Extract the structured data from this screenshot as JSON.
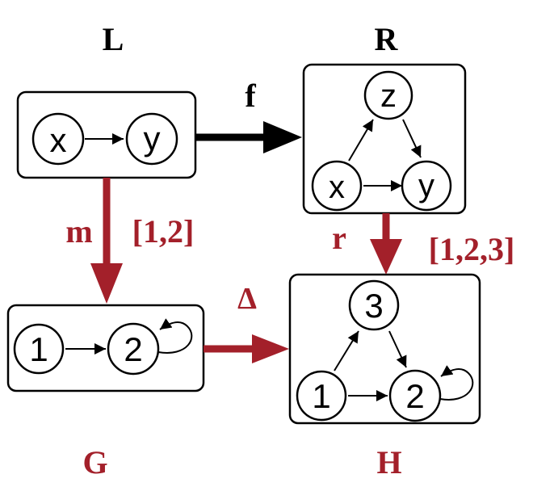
{
  "labels": {
    "L": "L",
    "R": "R",
    "G": "G",
    "H": "H"
  },
  "morphisms": {
    "f": "f",
    "m": "m",
    "m_map": "[1,2]",
    "r": "r",
    "r_map": "[1,2,3]",
    "delta": "Δ"
  },
  "graphs": {
    "L": {
      "nodes": [
        "x",
        "y"
      ]
    },
    "R": {
      "nodes": [
        "z",
        "x",
        "y"
      ]
    },
    "G": {
      "nodes": [
        "1",
        "2"
      ]
    },
    "H": {
      "nodes": [
        "3",
        "1",
        "2"
      ]
    }
  },
  "colors": {
    "black": "#000000",
    "accent": "#a3202a"
  }
}
